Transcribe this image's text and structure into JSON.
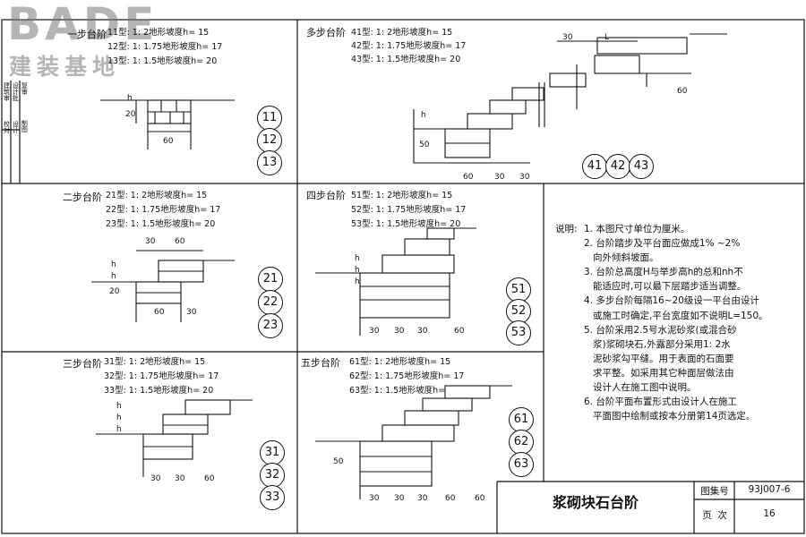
{
  "logo": {
    "brand": "BADE",
    "tagline": "建装基地"
  },
  "panels": [
    {
      "id": "p1",
      "title": "一步台阶",
      "rows": [
        "11型: 1: 2地形坡度h= 15",
        "12型: 1: 1.75地形坡度h= 17",
        "13型: 1: 1.5地形坡度h= 20"
      ],
      "badges": [
        "11",
        "12",
        "13"
      ],
      "dims": [
        "h",
        "20",
        "60"
      ]
    },
    {
      "id": "p4",
      "title": "多步台阶",
      "rows": [
        "41型: 1: 2地形坡度h= 15",
        "42型: 1: 1.75地形坡度h= 17",
        "43型: 1: 1.5地形坡度h= 20"
      ],
      "badges": [
        "41",
        "42",
        "43"
      ],
      "dims": [
        "30",
        "L",
        "60",
        "h",
        "50",
        "60",
        "30",
        "30"
      ]
    },
    {
      "id": "p2",
      "title": "二步台阶",
      "rows": [
        "21型: 1: 2地形坡度h= 15",
        "22型: 1: 1.75地形坡度h= 17",
        "23型: 1: 1.5地形坡度h= 20"
      ],
      "badges": [
        "21",
        "22",
        "23"
      ],
      "dims": [
        "30",
        "60",
        "h",
        "h",
        "20",
        "60",
        "30"
      ]
    },
    {
      "id": "p5",
      "title": "四步台阶",
      "rows": [
        "51型: 1: 2地形坡度h= 15",
        "52型: 1: 1.75地形坡度h= 17",
        "53型: 1: 1.5地形坡度h= 20"
      ],
      "badges": [
        "51",
        "52",
        "53"
      ],
      "dims": [
        "h",
        "h",
        "h",
        "30",
        "30",
        "30",
        "60"
      ]
    },
    {
      "id": "p3",
      "title": "三步台阶",
      "rows": [
        "31型: 1: 2地形坡度h= 15",
        "32型: 1: 1.75地形坡度h= 17",
        "33型: 1: 1.5地形坡度h= 20"
      ],
      "badges": [
        "31",
        "32",
        "33"
      ],
      "dims": [
        "h",
        "h",
        "h",
        "30",
        "30",
        "60"
      ]
    },
    {
      "id": "p6",
      "title": "五步台阶",
      "rows": [
        "61型: 1: 2地形坡度h= 15",
        "62型: 1: 1.75地形坡度h= 17",
        "63型: 1: 1.5地形坡度h= 20"
      ],
      "badges": [
        "61",
        "62",
        "63"
      ],
      "dims": [
        "50",
        "30",
        "30",
        "30",
        "60",
        "60"
      ]
    }
  ],
  "side_labels": [
    "建筑审",
    "设计批",
    "复审",
    "校对",
    "设计",
    "制图"
  ],
  "notes": {
    "label": "说明:",
    "items": [
      "1. 本图尺寸单位为厘米。",
      "2. 台阶踏步及平台面应做成1% ~2%",
      "   向外倾斜坡面。",
      "3. 台阶总高度H与举步高h的总和nh不",
      "   能适应时,可以最下层踏步适当调整。",
      "4. 多步台阶每隔16~20级设一平台由设计",
      "   或施工时确定,平台宽度如不说明L=150。",
      "5. 台阶采用2.5号水泥砂浆(或混合砂",
      "   浆)浆砌块石,外露部分采用1: 2水",
      "   泥砂浆勾平缝。用于表面的石面要",
      "   求平整。如采用其它种面层做法由",
      "   设计人在施工图中说明。",
      "6. 台阶平面布置形式由设计人在施工",
      "   平面图中绘制或按本分册第14页选定。"
    ]
  },
  "title_block": {
    "title": "浆砌块石台阶",
    "atlas_label": "图集号",
    "atlas_value": "93J007-6",
    "page_label": "页  次",
    "page_value": "16"
  }
}
